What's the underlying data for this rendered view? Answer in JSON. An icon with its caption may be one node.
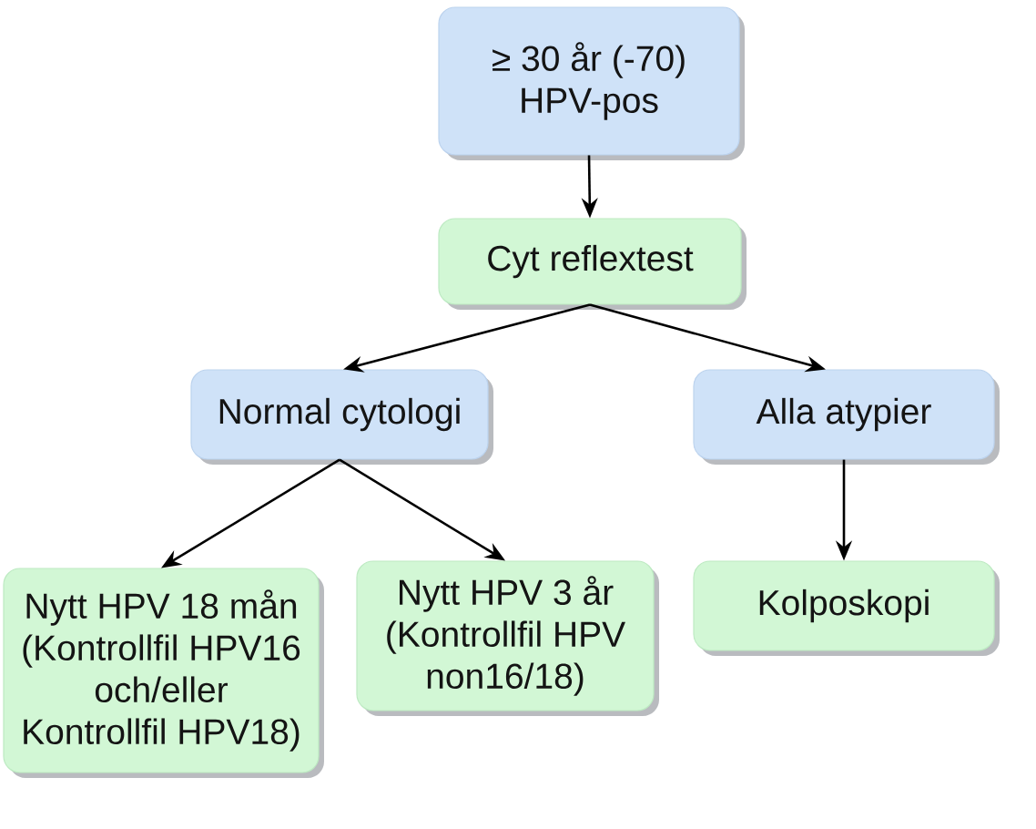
{
  "diagram": {
    "nodes": [
      {
        "text": [
          "≥ 30 år (-70) HPV-pos"
        ]
      },
      {
        "text": [
          "Cyt reflextest"
        ]
      },
      {
        "text": [
          "Normal cytologi"
        ]
      },
      {
        "text": [
          "Alla atypier"
        ]
      },
      {
        "text": [
          "Nytt HPV 18 mån (Kontrollfil HPV16 och/eller Kontrollfil HPV18)"
        ]
      },
      {
        "text": [
          "Nytt HPV 3 år (Kontrollfil HPV non16/18)"
        ]
      },
      {
        "text": [
          "Kolposkopi"
        ]
      }
    ],
    "edges": [
      {
        "from": 0,
        "to": 1,
        "arrow": "to"
      },
      {
        "from": 1,
        "to": 2,
        "arrow": "to"
      },
      {
        "from": 1,
        "to": 3,
        "arrow": "to"
      },
      {
        "from": 2,
        "to": 4,
        "arrow": "to"
      },
      {
        "from": 2,
        "to": 5,
        "arrow": "to"
      },
      {
        "from": 3,
        "to": 6,
        "arrow": "to"
      }
    ]
  }
}
